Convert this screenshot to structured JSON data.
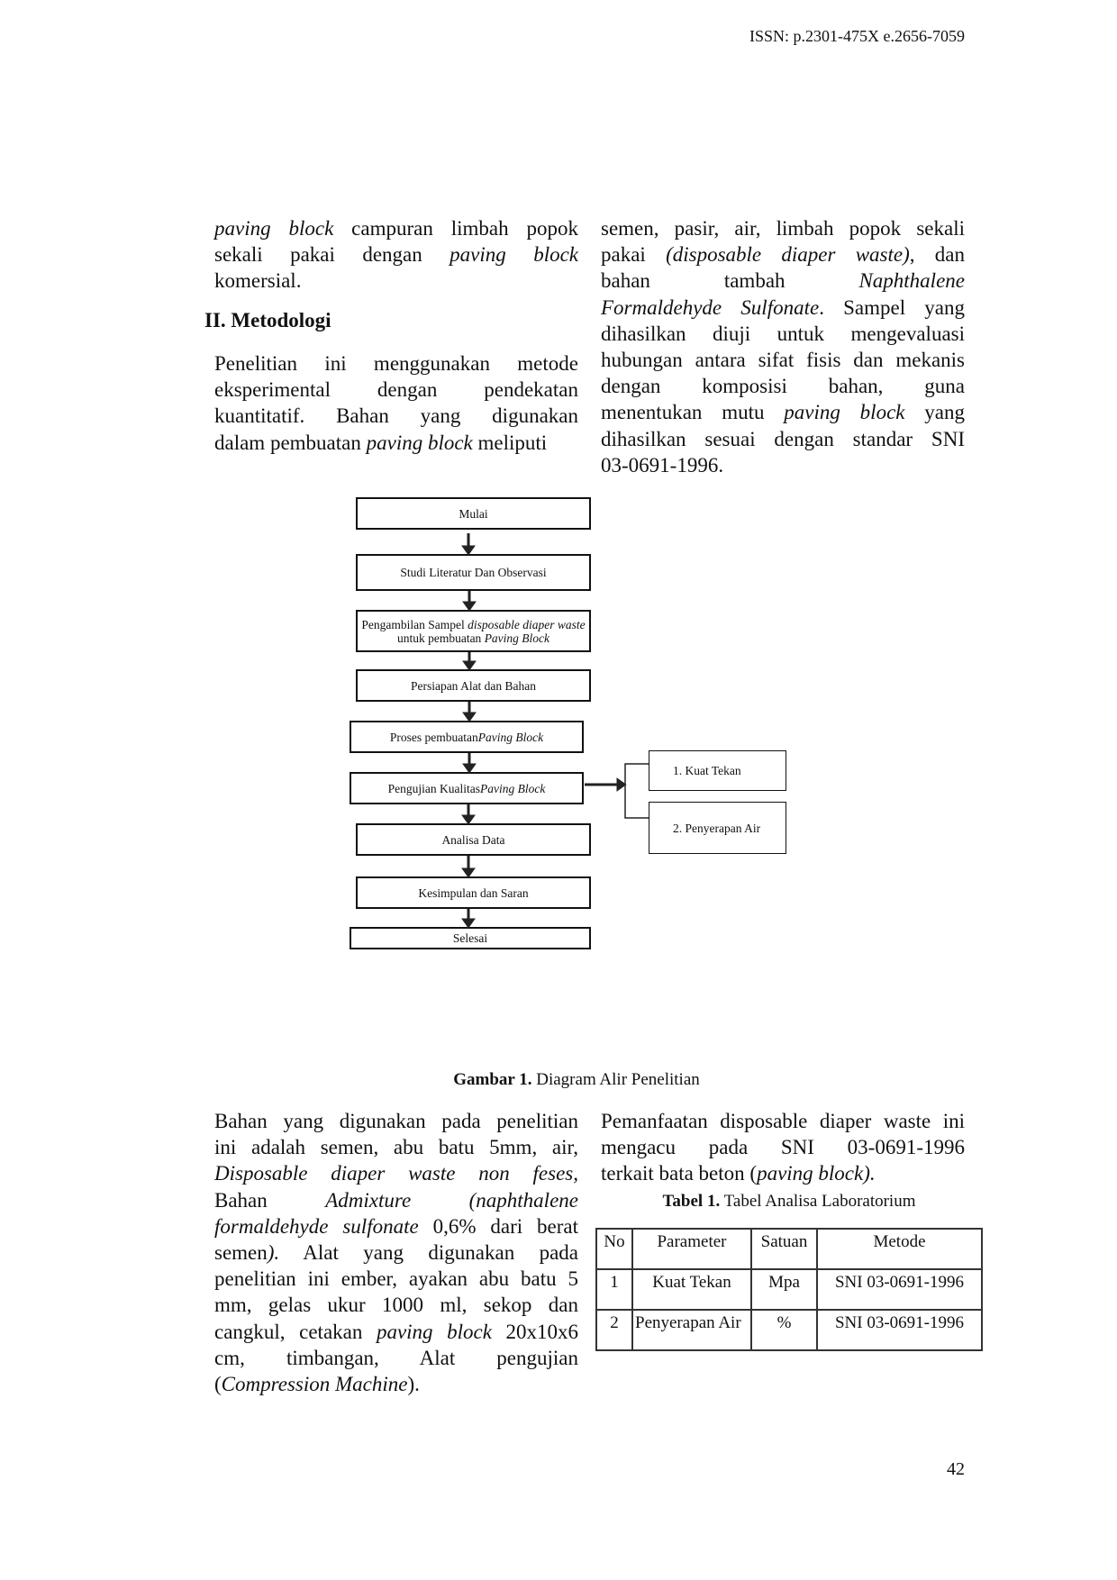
{
  "header": {
    "issn": "ISSN: p.2301-475X e.2656-7059"
  },
  "left_top": [
    [
      [
        "paving block",
        1
      ],
      [
        " campuran limbah popok",
        0
      ]
    ],
    [
      [
        "sekali pakai dengan ",
        0
      ],
      [
        "paving block",
        1
      ]
    ],
    [
      [
        "komersial.",
        0
      ]
    ]
  ],
  "section_heading": "II. Metodologi",
  "left_mid": [
    [
      [
        "Penelitian ini menggunakan metode",
        0
      ]
    ],
    [
      [
        "eksperimental dengan pendekatan",
        0
      ]
    ],
    [
      [
        "kuantitatif. Bahan yang digunakan",
        0
      ]
    ],
    [
      [
        "dalam pembuatan ",
        0
      ],
      [
        "paving block",
        1
      ],
      [
        " meliputi",
        0
      ]
    ]
  ],
  "right_top": [
    [
      [
        "semen, pasir, air, limbah popok sekali",
        0
      ]
    ],
    [
      [
        "pakai ",
        0
      ],
      [
        "(disposable diaper waste)",
        1
      ],
      [
        ", dan",
        0
      ]
    ],
    [
      [
        "bahan tambah ",
        0
      ],
      [
        "Naphthalene",
        1
      ]
    ],
    [
      [
        "Formaldehyde Sulfonate",
        1
      ],
      [
        ". Sampel yang",
        0
      ]
    ],
    [
      [
        "dihasilkan diuji untuk mengevaluasi",
        0
      ]
    ],
    [
      [
        "hubungan antara sifat fisis dan mekanis",
        0
      ]
    ],
    [
      [
        "dengan komposisi bahan, guna",
        0
      ]
    ],
    [
      [
        "menentukan mutu ",
        0
      ],
      [
        "paving block",
        1
      ],
      [
        " yang",
        0
      ]
    ],
    [
      [
        "dihasilkan sesuai dengan standar SNI",
        0
      ]
    ],
    [
      [
        "03-0691-1996.",
        0
      ]
    ]
  ],
  "flowchart": {
    "steps": [
      "Mulai",
      "Studi  Literatur  Dan Observasi",
      "Pengambilan  Sampel ",
      "disposable diaper waste",
      "untuk pembuatan ",
      "Paving Block",
      "Persiapan Alat dan Bahan",
      "Proses pembuatan ",
      "Paving Block",
      "Pengujian Kualitas ",
      "Paving Block",
      "Analisa Data",
      "Kesimpulan  dan Saran",
      "Selesai"
    ],
    "tests": [
      "1.  Kuat Tekan",
      "2.  Penyerapan Air"
    ]
  },
  "figure_caption": {
    "label": "Gambar 1.",
    "text": " Diagram Alir Penelitian"
  },
  "left_bottom": [
    [
      [
        "Bahan yang digunakan pada penelitian",
        0
      ]
    ],
    [
      [
        "ini adalah semen, abu batu 5mm, air,",
        0
      ]
    ],
    [
      [
        "Disposable diaper waste non feses,",
        1
      ]
    ],
    [
      [
        "Bahan ",
        0
      ],
      [
        "Admixture (naphthalene",
        1
      ]
    ],
    [
      [
        "formaldehyde sulfonate",
        1
      ],
      [
        " 0,6% dari berat",
        0
      ]
    ],
    [
      [
        "semen",
        0
      ],
      [
        ").",
        1
      ],
      [
        " Alat yang digunakan pada",
        0
      ]
    ],
    [
      [
        "penelitian ini ember, ayakan abu batu 5",
        0
      ]
    ],
    [
      [
        "mm, gelas ukur 1000 ml, sekop dan",
        0
      ]
    ],
    [
      [
        "cangkul, cetakan ",
        0
      ],
      [
        "paving block",
        1
      ],
      [
        " 20x10x6",
        0
      ]
    ],
    [
      [
        "cm, timbangan, Alat pengujian",
        0
      ]
    ],
    [
      [
        "(",
        0
      ],
      [
        "Compression Machine",
        1
      ],
      [
        ").",
        0
      ]
    ]
  ],
  "right_bottom": [
    [
      [
        "Pemanfaatan disposable diaper waste ini",
        0
      ]
    ],
    [
      [
        "mengacu pada SNI 03-0691-1996",
        0
      ]
    ],
    [
      [
        "terkait bata beton (",
        0
      ],
      [
        "paving block).",
        1
      ]
    ]
  ],
  "table_caption": {
    "label": "Tabel 1.",
    "text": " Tabel Analisa Laboratorium"
  },
  "table": {
    "headers": [
      "No",
      "Parameter",
      "Satuan",
      "Metode"
    ],
    "rows": [
      [
        "1",
        "Kuat Tekan",
        "Mpa",
        "SNI 03-0691-1996"
      ],
      [
        "2",
        "Penyerapan Air",
        "%",
        "SNI 03-0691-1996"
      ]
    ]
  },
  "page_number": "42"
}
